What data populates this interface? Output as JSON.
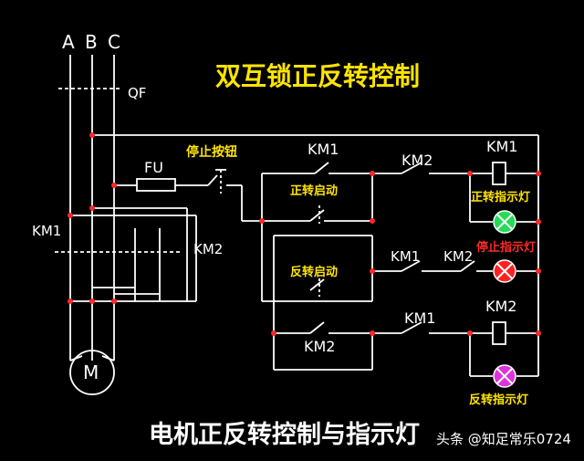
{
  "title": "双互锁正反转控制",
  "footer": "电机正反转控制与指示灯",
  "watermark": "头条 @知足常乐0724",
  "labels": {
    "phase_a": "A",
    "phase_b": "B",
    "phase_c": "C",
    "qf": "QF",
    "fu": "FU",
    "stop_button": "停止按钮",
    "km1_main": "KM1",
    "km2_main": "KM2",
    "motor": "M",
    "km1_self_lock": "KM1",
    "forward_start": "正转启动",
    "reverse_start": "反转启动",
    "km2_self_lock": "KM2",
    "km2_interlock": "KM2",
    "km1_stop_aux": "KM1",
    "km2_stop_aux": "KM2",
    "km1_interlock": "KM1",
    "km1_coil": "KM1",
    "km2_coil": "KM2",
    "forward_lamp": "正转指示灯",
    "stop_lamp": "停止指示灯",
    "reverse_lamp": "反转指示灯"
  },
  "colors": {
    "wire": "#ffffff",
    "node": "#ff2a2a",
    "title": "#ffe400",
    "lamp_forward": "#22dd55",
    "lamp_stop": "#ff2020",
    "lamp_reverse": "#dd33dd"
  }
}
